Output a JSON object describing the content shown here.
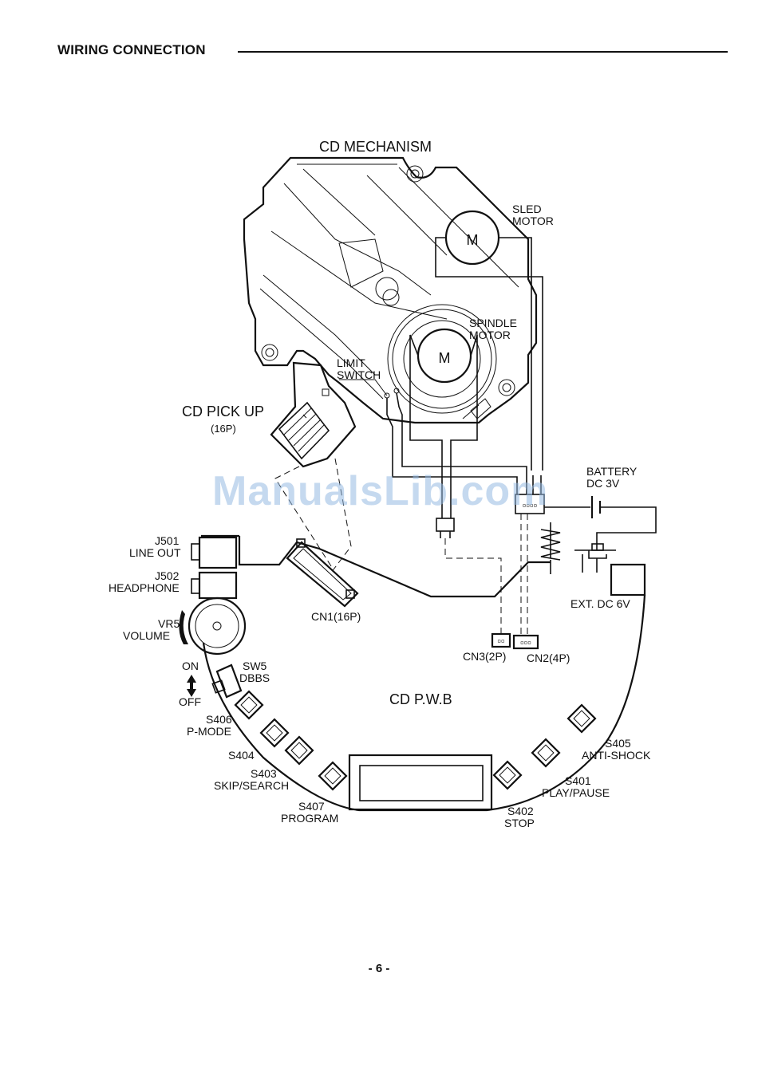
{
  "header": {
    "title": "WIRING CONNECTION"
  },
  "page_number": "- 6 -",
  "watermark": "ManualsLib.com",
  "labels": {
    "cd_mechanism": "CD MECHANISM",
    "sled_motor_1": "SLED",
    "sled_motor_2": "MOTOR",
    "spindle_motor_1": "SPINDLE",
    "spindle_motor_2": "MOTOR",
    "motor_symbol": "M",
    "limit_switch_1": "LIMIT",
    "limit_switch_2": "SWITCH",
    "cd_pick_up": "CD PICK UP",
    "cd_pick_up_pins": "(16P)",
    "battery_1": "BATTERY",
    "battery_2": "DC 3V",
    "j501_1": "J501",
    "j501_2": "LINE OUT",
    "j502_1": "J502",
    "j502_2": "HEADPHONE",
    "vr5_1": "VR5",
    "vr5_2": "VOLUME",
    "cn1": "CN1(16P)",
    "ext_dc": "EXT. DC 6V",
    "on": "ON",
    "off": "OFF",
    "sw5_1": "SW5",
    "sw5_2": "DBBS",
    "cn3": "CN3(2P)",
    "cn2": "CN2(4P)",
    "cd_pwb": "CD P.W.B",
    "s406_1": "S406",
    "s406_2": "P-MODE",
    "s404": "S404",
    "s403_1": "S403",
    "s403_2": "SKIP/SEARCH",
    "s407_1": "S407",
    "s407_2": "PROGRAM",
    "s405_1": "S405",
    "s405_2": "ANTI-SHOCK",
    "s401_1": "S401",
    "s401_2": "PLAY/PAUSE",
    "s402_1": "S402",
    "s402_2": "STOP"
  }
}
